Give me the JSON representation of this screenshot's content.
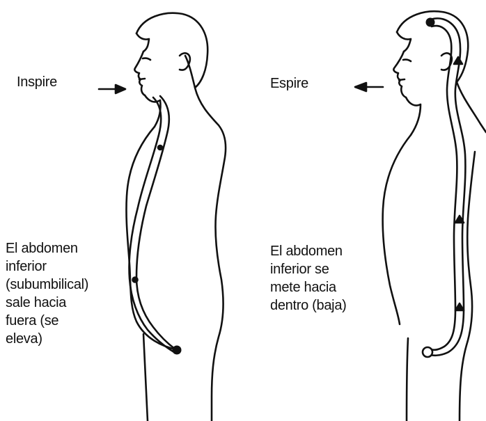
{
  "left_panel": {
    "action_label": "Inspire",
    "caption_lines": [
      "El abdomen",
      "inferior",
      "(subumbilical)",
      "sale hacia",
      "fuera (se",
      "eleva)"
    ]
  },
  "right_panel": {
    "action_label": "Espire",
    "caption_lines": [
      "El abdomen",
      "inferior se",
      "mete hacia",
      "dentro (baja)"
    ]
  },
  "colors": {
    "ink": "#111111",
    "background": "#ffffff"
  },
  "icons": {
    "inhale_arrow": "arrow-right-icon",
    "exhale_arrow": "arrow-left-icon"
  }
}
